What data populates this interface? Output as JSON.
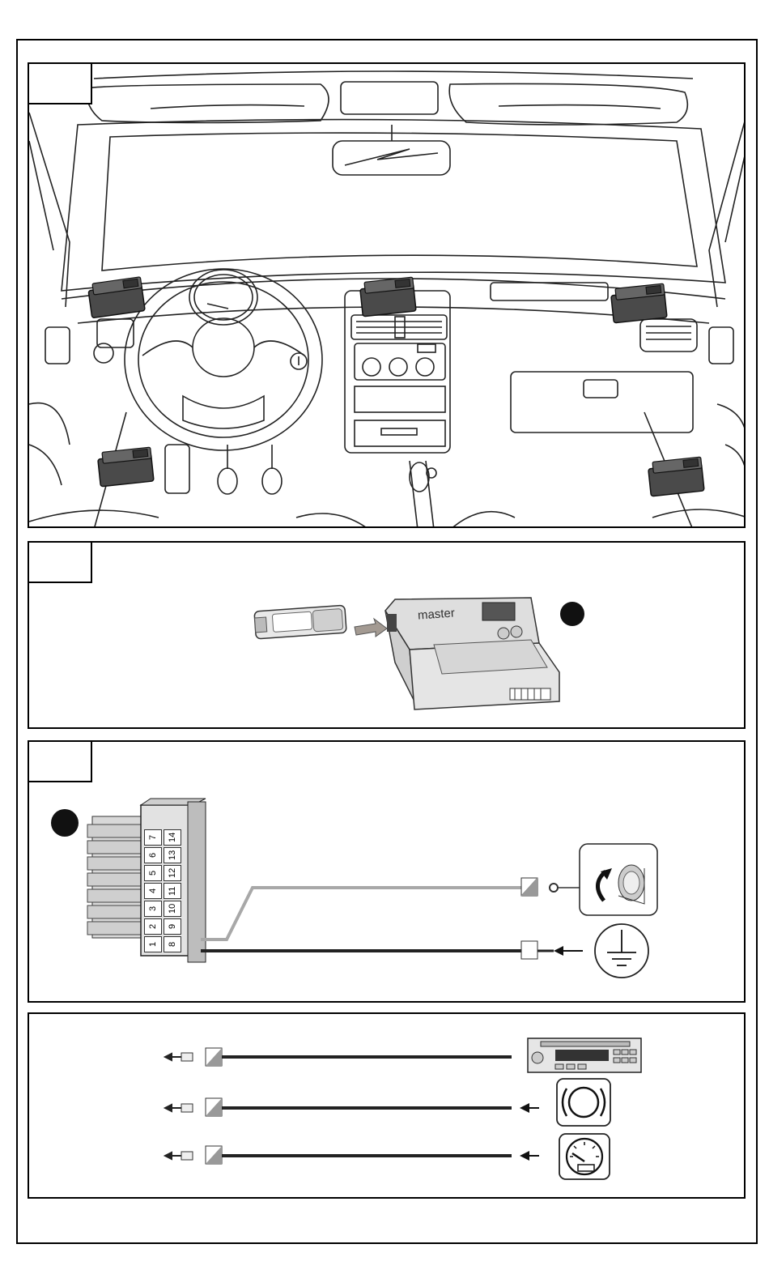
{
  "install_sheet": {
    "panel1": {
      "label": "",
      "mount_points": 5
    },
    "panel2": {
      "label": "",
      "module_brand": "master"
    },
    "panel3": {
      "label": "",
      "connector_pins_left": [
        "7",
        "6",
        "5",
        "4",
        "3",
        "2",
        "1"
      ],
      "connector_pins_right": [
        "14",
        "13",
        "12",
        "11",
        "10",
        "9",
        "8"
      ]
    },
    "panel4": {
      "wires": 3
    }
  },
  "colors": {
    "wire_dark": "#222222",
    "wire_grey": "#a8a8a8",
    "module_grey": "#4a4a4a"
  },
  "icons": [
    "dashboard-outline",
    "alarm-module",
    "usb-stick",
    "arrow",
    "master-control-unit",
    "connector-14-pin",
    "horn-speaker-icon",
    "ground-symbol-icon",
    "car-radio-icon",
    "brake-warning-icon",
    "speedometer-icon"
  ]
}
